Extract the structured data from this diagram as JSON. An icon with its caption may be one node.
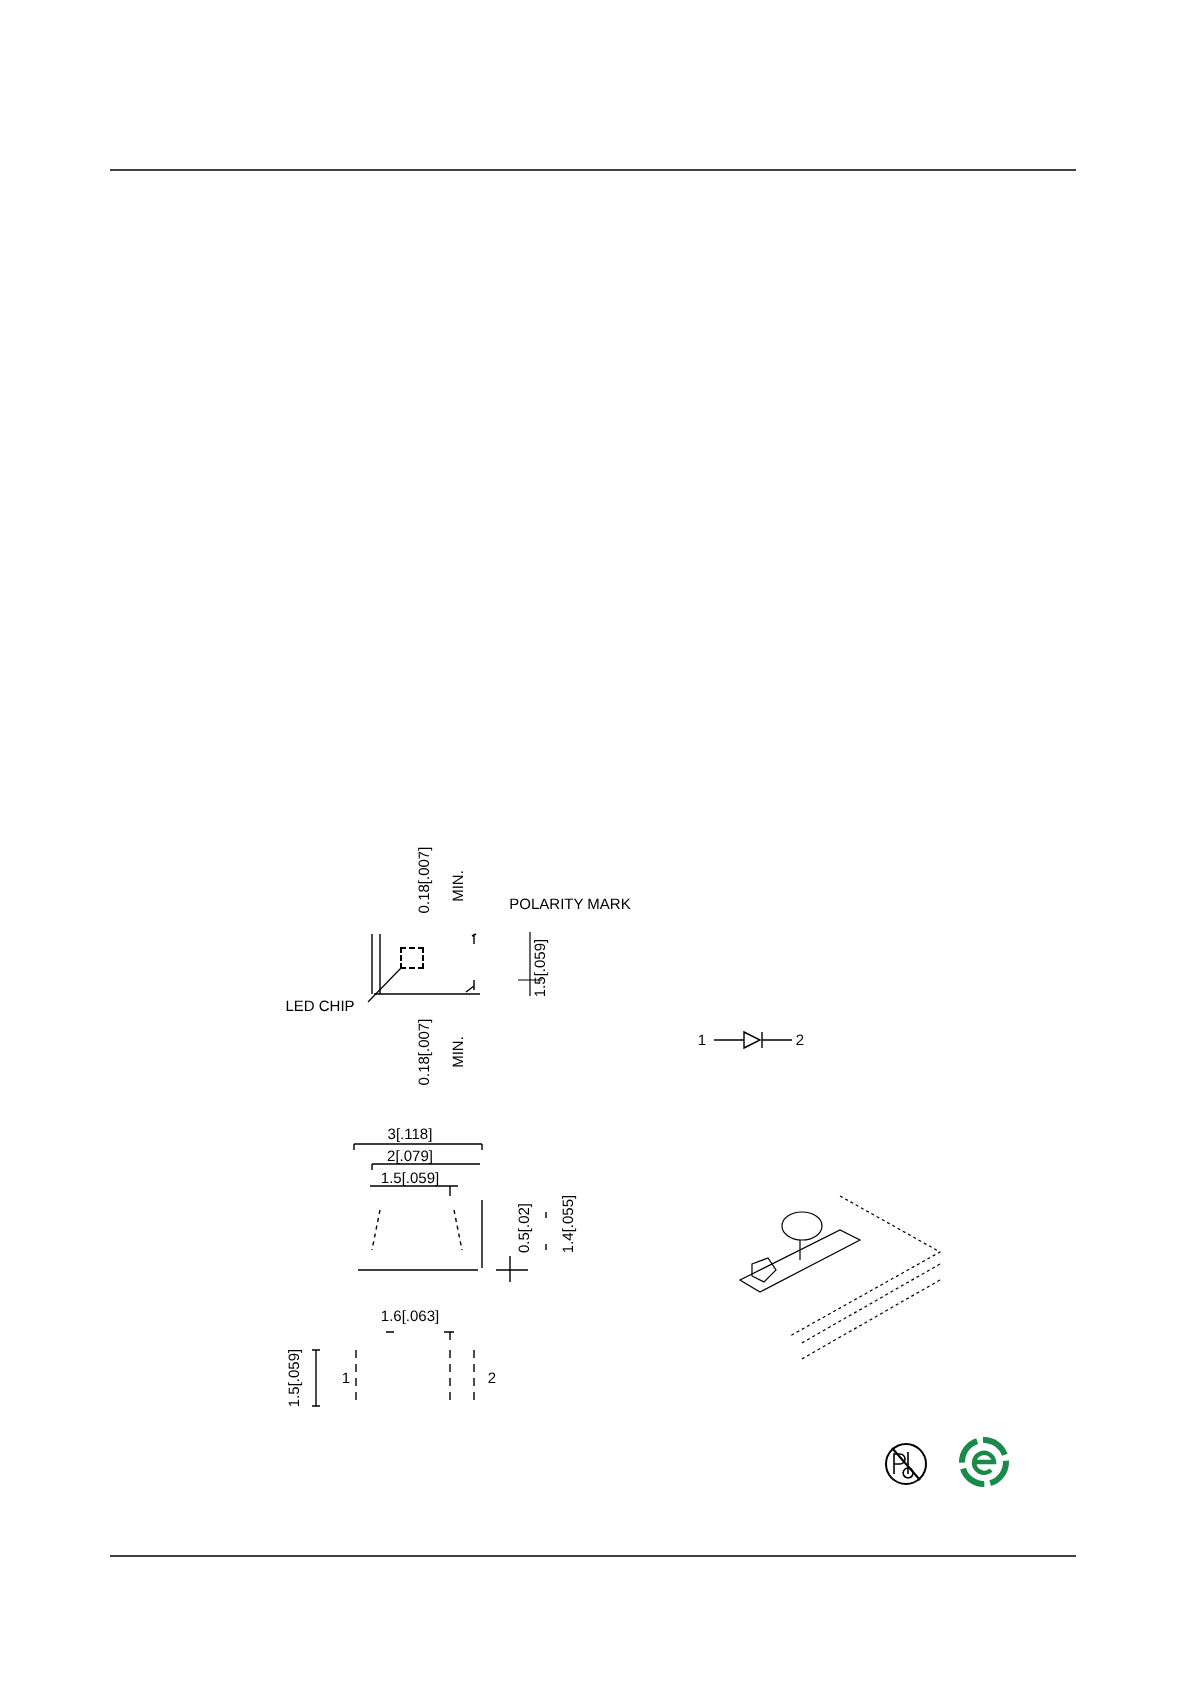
{
  "diagram": {
    "nodes": [
      {
        "text": [
          "LED CHIP"
        ]
      },
      {
        "text": [],
        "shape": "box"
      }
    ],
    "edges": [
      {
        "from": 0,
        "to": 1,
        "arrow": "none"
      }
    ],
    "labels": [
      "0.18[.007]",
      "MIN.",
      "POLARITY MARK",
      "1.5[.059]",
      "0.18[.007]",
      "MIN.",
      "1",
      "2",
      "3[.118]",
      "2[.079]",
      "1.5[.059]",
      "0.5[.02]",
      "1.4[.055]",
      "1.6[.063]",
      "1.5[.059]",
      "1",
      "2"
    ]
  }
}
